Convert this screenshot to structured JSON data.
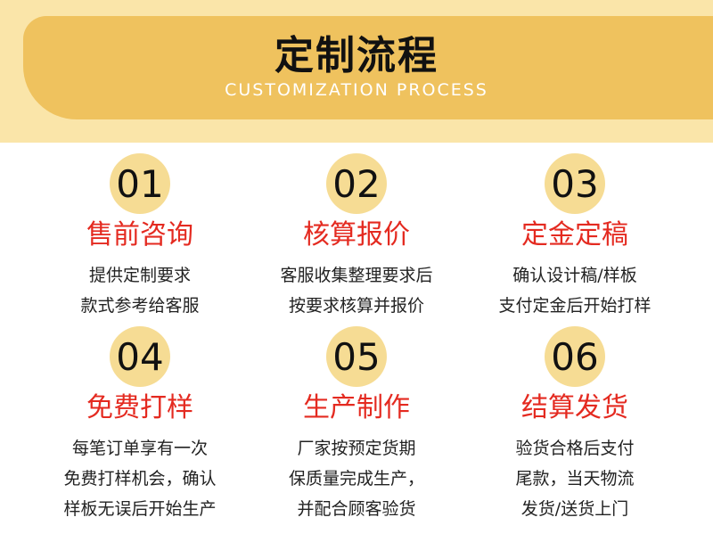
{
  "header": {
    "title": "定制流程",
    "subtitle": "CUSTOMIZATION PROCESS"
  },
  "colors": {
    "band": "#fae5a9",
    "card": "#efc25e",
    "circle": "#f6dc94",
    "title_red": "#e42a20"
  },
  "steps": [
    {
      "number": "01",
      "title": "售前咨询",
      "lines": [
        "提供定制要求",
        "款式参考给客服"
      ]
    },
    {
      "number": "02",
      "title": "核算报价",
      "lines": [
        "客服收集整理要求后",
        "按要求核算并报价"
      ]
    },
    {
      "number": "03",
      "title": "定金定稿",
      "lines": [
        "确认设计稿/样板",
        "支付定金后开始打样"
      ]
    },
    {
      "number": "04",
      "title": "免费打样",
      "lines": [
        "每笔订单享有一次",
        "免费打样机会，确认",
        "样板无误后开始生产"
      ]
    },
    {
      "number": "05",
      "title": "生产制作",
      "lines": [
        "厂家按预定货期",
        "保质量完成生产，",
        "并配合顾客验货"
      ]
    },
    {
      "number": "06",
      "title": "结算发货",
      "lines": [
        "验货合格后支付",
        "尾款，当天物流",
        "发货/送货上门"
      ]
    }
  ]
}
